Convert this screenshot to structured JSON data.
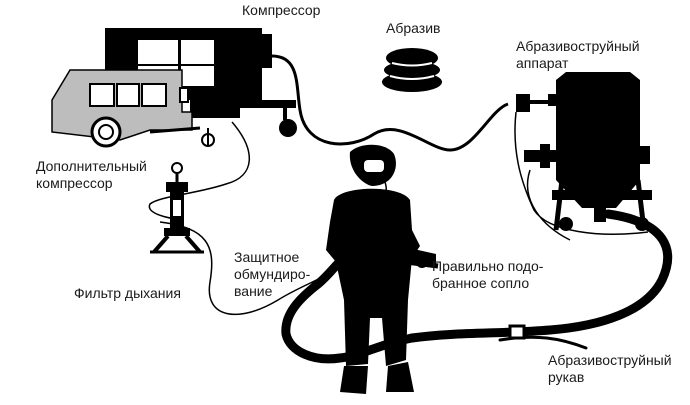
{
  "labels": {
    "compressor": "Компрессор",
    "abrasive": "Абразив",
    "blasting_apparatus": "Абразивоструйный\nаппарат",
    "aux_compressor": "Дополнительный\nкомпрессор",
    "breathing_filter": "Фильтр дыхания",
    "protective_suit": "Защитное\nобмундиро-\nвание",
    "nozzle": "Правильно подо-\nбранное сопло",
    "blasting_hose": "Абразивоструйный\nрукав"
  },
  "colors": {
    "equipment": "#000000",
    "aux_compressor_fill": "#bdbdbd",
    "line": "#000000",
    "background": "#ffffff"
  }
}
